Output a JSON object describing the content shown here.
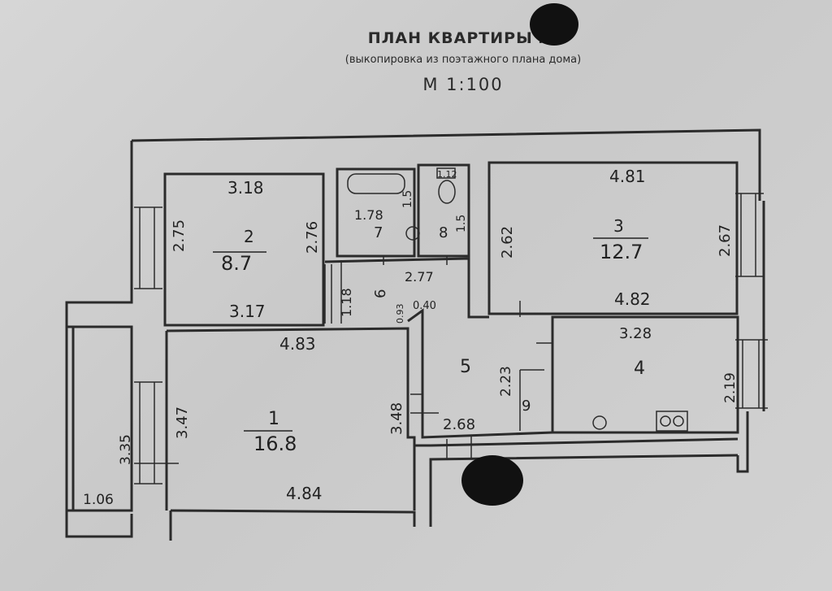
{
  "header": {
    "title": "ПЛАН КВАРТИРЫ №",
    "subtitle": "(выкопировка из поэтажного плана дома)",
    "scale": "М 1:100"
  },
  "rooms": {
    "r1": {
      "number": "1",
      "area": "16.8"
    },
    "r2": {
      "number": "2",
      "area": "8.7"
    },
    "r3": {
      "number": "3",
      "area": "12.7"
    },
    "r4": {
      "number": "4"
    },
    "r5": {
      "number": "5"
    },
    "r6": {
      "number": "6"
    },
    "r7": {
      "number": "7"
    },
    "r8": {
      "number": "8"
    },
    "r9": {
      "number": "9"
    }
  },
  "dimensions": {
    "r2_top": "3.18",
    "r2_left": "2.75",
    "r2_right": "2.76",
    "r2_bottom": "3.17",
    "r7_width": "1.78",
    "r7_height": "1.5",
    "r8_height": "1.5",
    "r8_top": "1.12",
    "r3_top": "4.81",
    "r3_left": "2.62",
    "r3_right": "2.67",
    "r3_bottom": "4.82",
    "r6_length": "2.77",
    "r6_height": "1.18",
    "r6_width": "0.93",
    "r6_gap": "0.40",
    "r1_top": "4.83",
    "r1_left": "3.47",
    "r1_right": "3.48",
    "r1_bottom": "4.84",
    "r5_height": "2.23",
    "r5_bottom": "2.68",
    "r4_top": "3.28",
    "r4_right": "2.19",
    "balcony_height": "3.35",
    "balcony_width": "1.06"
  }
}
